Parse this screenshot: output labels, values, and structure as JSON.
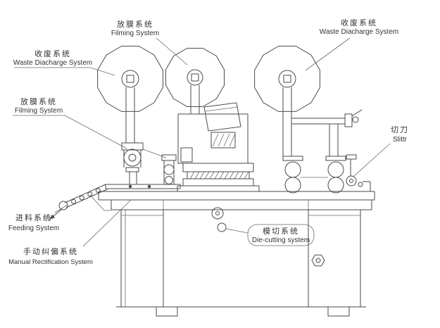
{
  "diagram": {
    "labels": {
      "filming_top": {
        "zh": "放膜系统",
        "en": "Filming System"
      },
      "waste_right": {
        "zh": "收废系统",
        "en": "Waste Diacharge System"
      },
      "waste_left": {
        "zh": "收废系统",
        "en": "Waste Diacharge System"
      },
      "filming_left": {
        "zh": "放膜系统",
        "en": "Filming System"
      },
      "slitter": {
        "zh": "切刀",
        "en": "Slittr"
      },
      "feeding": {
        "zh": "进料系统",
        "en": "Feeding System"
      },
      "manual_rectification": {
        "zh": "手动纠偏系统",
        "en": "Manual Rectification System"
      },
      "die_cutting": {
        "zh": "模切系统",
        "en": "Die-cutting system"
      }
    },
    "colors": {
      "line": "#4a4a4a",
      "label": "#333333",
      "background": "#ffffff"
    }
  }
}
